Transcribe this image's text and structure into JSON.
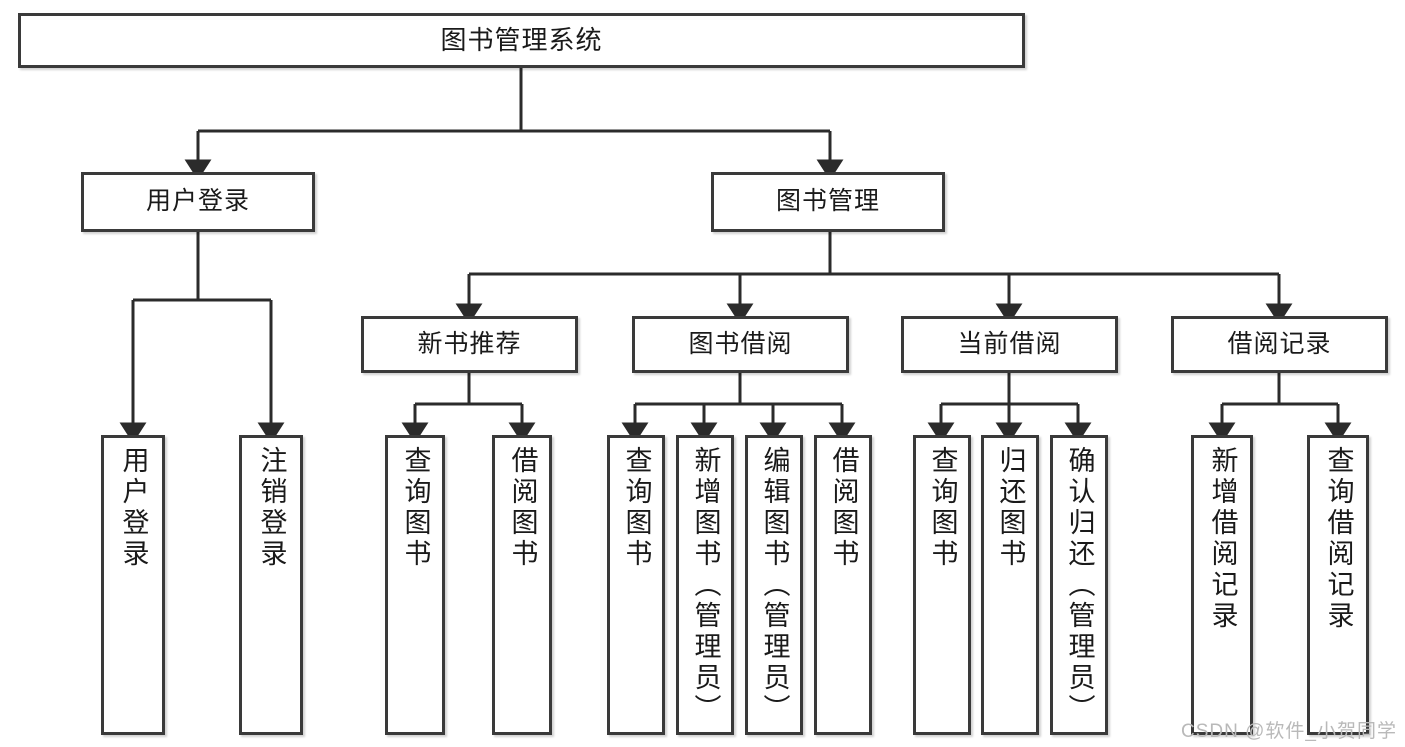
{
  "diagram": {
    "type": "tree-hierarchy",
    "title": "图书管理系统",
    "root": {
      "id": "root",
      "label": "图书管理系统",
      "orientation": "horizontal"
    },
    "level1": [
      {
        "id": "user-login",
        "label": "用户登录",
        "orientation": "horizontal"
      },
      {
        "id": "book-manage",
        "label": "图书管理",
        "orientation": "horizontal"
      }
    ],
    "level2": [
      {
        "id": "new-book-recommend",
        "label": "新书推荐",
        "parent": "book-manage",
        "orientation": "horizontal"
      },
      {
        "id": "book-borrow",
        "label": "图书借阅",
        "parent": "book-manage",
        "orientation": "horizontal"
      },
      {
        "id": "current-borrow",
        "label": "当前借阅",
        "parent": "book-manage",
        "orientation": "horizontal"
      },
      {
        "id": "borrow-record",
        "label": "借阅记录",
        "parent": "book-manage",
        "orientation": "horizontal"
      }
    ],
    "leaves": [
      {
        "id": "leaf-user-login",
        "label": "用户登录",
        "parent": "user-login",
        "orientation": "vertical"
      },
      {
        "id": "leaf-logout-login",
        "label": "注销登录",
        "parent": "user-login",
        "orientation": "vertical"
      },
      {
        "id": "leaf-query-book-1",
        "label": "查询图书",
        "parent": "new-book-recommend",
        "orientation": "vertical"
      },
      {
        "id": "leaf-borrow-book-1",
        "label": "借阅图书",
        "parent": "new-book-recommend",
        "orientation": "vertical"
      },
      {
        "id": "leaf-query-book-2",
        "label": "查询图书",
        "parent": "book-borrow",
        "orientation": "vertical"
      },
      {
        "id": "leaf-add-book",
        "label": "新增图书（管理员）",
        "parent": "book-borrow",
        "orientation": "vertical"
      },
      {
        "id": "leaf-edit-book",
        "label": "编辑图书（管理员）",
        "parent": "book-borrow",
        "orientation": "vertical"
      },
      {
        "id": "leaf-borrow-book-2",
        "label": "借阅图书",
        "parent": "book-borrow",
        "orientation": "vertical"
      },
      {
        "id": "leaf-query-book-3",
        "label": "查询图书",
        "parent": "current-borrow",
        "orientation": "vertical"
      },
      {
        "id": "leaf-return-book",
        "label": "归还图书",
        "parent": "current-borrow",
        "orientation": "vertical"
      },
      {
        "id": "leaf-confirm-return",
        "label": "确认归还（管理员）",
        "parent": "current-borrow",
        "orientation": "vertical"
      },
      {
        "id": "leaf-add-record",
        "label": "新增借阅记录",
        "parent": "borrow-record",
        "orientation": "vertical"
      },
      {
        "id": "leaf-query-record",
        "label": "查询借阅记录",
        "parent": "borrow-record",
        "orientation": "vertical"
      }
    ]
  },
  "watermark": {
    "text": "CSDN @软件_小贺同学"
  },
  "colors": {
    "box_border": "#3a3a3a",
    "box_fill": "#ffffff",
    "connector": "#2b2b2b",
    "text": "#1a1a1a",
    "watermark": "#b9b9b9",
    "background": "#ffffff"
  }
}
